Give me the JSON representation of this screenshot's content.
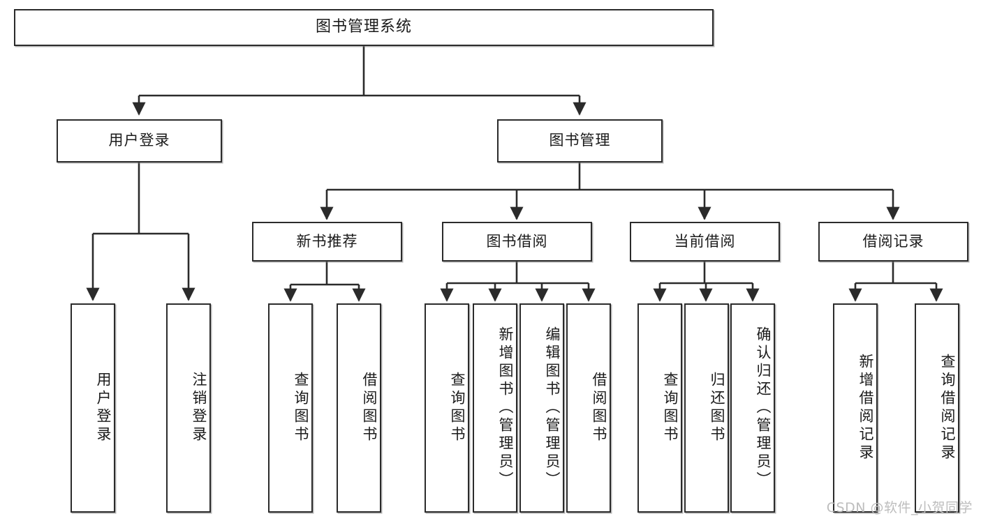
{
  "diagram": {
    "title": "图书管理系统",
    "type": "tree-hierarchy-diagram",
    "watermark": "CSDN @软件_小贺同学",
    "colors": {
      "stroke": "#2b2b2b",
      "box_fill": "#ffffff",
      "text": "#1a1a1a",
      "watermark": "#bdbdbd",
      "background": "#ffffff"
    },
    "nodes": {
      "root": {
        "label": "图书管理系统"
      },
      "level2": [
        {
          "id": "user-login",
          "label": "用户登录"
        },
        {
          "id": "book-management",
          "label": "图书管理"
        }
      ],
      "level3": [
        {
          "id": "new-book-recommend",
          "label": "新书推荐"
        },
        {
          "id": "book-borrow",
          "label": "图书借阅"
        },
        {
          "id": "current-borrow",
          "label": "当前借阅"
        },
        {
          "id": "borrow-record",
          "label": "借阅记录"
        }
      ],
      "leaves": {
        "user-login": [
          {
            "id": "leaf-user-login",
            "label": "用户登录"
          },
          {
            "id": "leaf-user-logout",
            "label": "注销登录"
          }
        ],
        "new-book-recommend": [
          {
            "id": "leaf-query-book-1",
            "label": "查询图书"
          },
          {
            "id": "leaf-borrow-book-1",
            "label": "借阅图书"
          }
        ],
        "book-borrow": [
          {
            "id": "leaf-query-book-2",
            "label": "查询图书"
          },
          {
            "id": "leaf-add-book",
            "label": "新增图书（管理员）"
          },
          {
            "id": "leaf-edit-book",
            "label": "编辑图书（管理员）"
          },
          {
            "id": "leaf-borrow-book-2",
            "label": "借阅图书"
          }
        ],
        "current-borrow": [
          {
            "id": "leaf-query-book-3",
            "label": "查询图书"
          },
          {
            "id": "leaf-return-book",
            "label": "归还图书"
          },
          {
            "id": "leaf-confirm-return",
            "label": "确认归还（管理员）"
          }
        ],
        "borrow-record": [
          {
            "id": "leaf-add-record",
            "label": "新增借阅记录"
          },
          {
            "id": "leaf-query-record",
            "label": "查询借阅记录"
          }
        ]
      }
    }
  }
}
